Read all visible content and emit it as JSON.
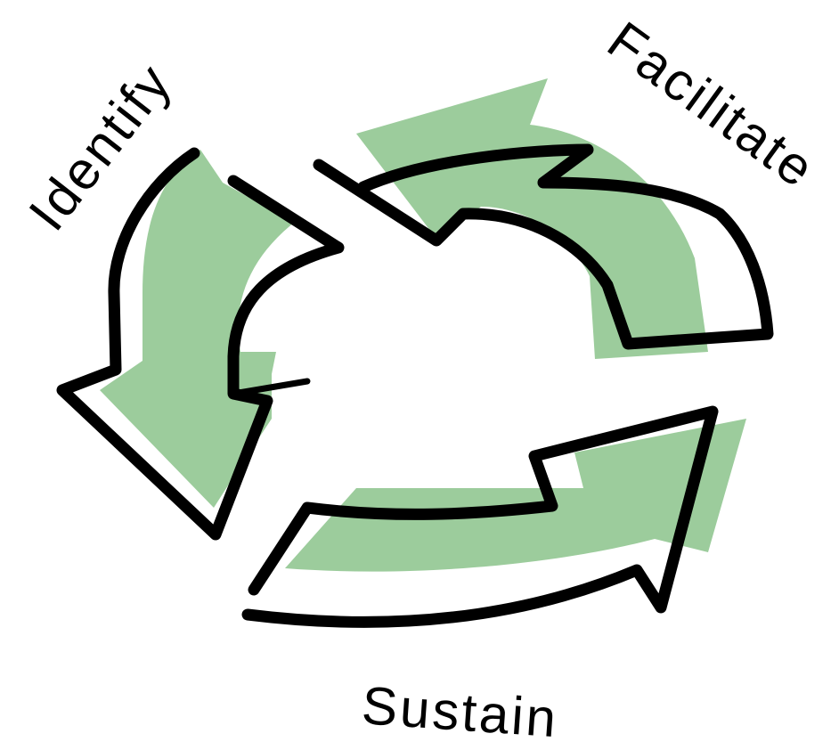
{
  "diagram": {
    "stages": [
      {
        "id": "identify",
        "label": "Identify"
      },
      {
        "id": "facilitate",
        "label": "Facilitate"
      },
      {
        "id": "sustain",
        "label": "Sustain"
      }
    ],
    "colors": {
      "arrow_fill": "#9ccc9c",
      "outline": "#000000",
      "background": "#ffffff"
    }
  }
}
